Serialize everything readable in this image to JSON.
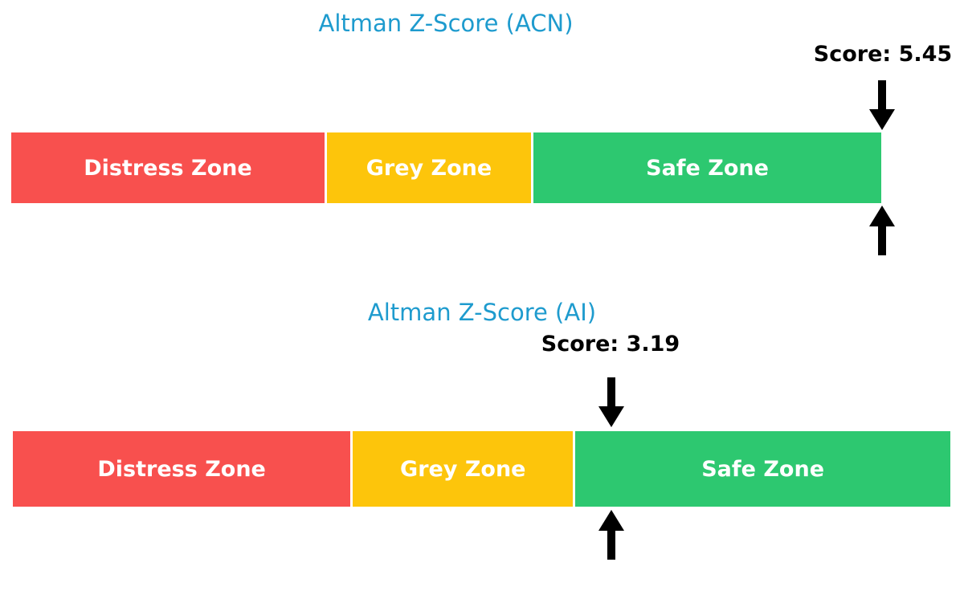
{
  "figure": {
    "background": "#ffffff"
  },
  "colors": {
    "title_blue": "#1E9BCE",
    "distress_red": "#F8504E",
    "grey_yellow": "#FDC50B",
    "safe_green": "#2DC870",
    "arrow_black": "#000000",
    "score_text_black": "#000000",
    "zone_label_white": "#ffffff"
  },
  "charts": [
    {
      "title": "Altman Z-Score (ACN)",
      "score_label": "Score: 5.45",
      "zones": [
        {
          "label": "Distress Zone"
        },
        {
          "label": "Grey Zone"
        },
        {
          "label": "Safe Zone"
        }
      ]
    },
    {
      "title": "Altman Z-Score (AI)",
      "score_label": "Score: 3.19",
      "zones": [
        {
          "label": "Distress Zone"
        },
        {
          "label": "Grey Zone"
        },
        {
          "label": "Safe Zone"
        }
      ]
    }
  ],
  "chart_data": [
    {
      "type": "bar",
      "orientation": "horizontal",
      "title": "Altman Z-Score (ACN)",
      "score": 5.45,
      "score_label": "Score: 5.45",
      "xlim": [
        0,
        5
      ],
      "zones": [
        {
          "label": "Distress Zone",
          "start": 0,
          "end": 1.81,
          "color": "#F8504E"
        },
        {
          "label": "Grey Zone",
          "start": 1.81,
          "end": 2.99,
          "color": "#FDC50B"
        },
        {
          "label": "Safe Zone",
          "start": 2.99,
          "end": 5.0,
          "color": "#2DC870"
        }
      ],
      "marker": {
        "style": "double-vertical-arrows",
        "marked_value": 5.45,
        "clamped_to_axis_max": true
      }
    },
    {
      "type": "bar",
      "orientation": "horizontal",
      "title": "Altman Z-Score (AI)",
      "score": 3.19,
      "score_label": "Score: 3.19",
      "xlim": [
        0,
        5
      ],
      "zones": [
        {
          "label": "Distress Zone",
          "start": 0,
          "end": 1.81,
          "color": "#F8504E"
        },
        {
          "label": "Grey Zone",
          "start": 1.81,
          "end": 2.99,
          "color": "#FDC50B"
        },
        {
          "label": "Safe Zone",
          "start": 2.99,
          "end": 5.0,
          "color": "#2DC870"
        }
      ],
      "marker": {
        "style": "double-vertical-arrows",
        "marked_value": 3.19,
        "clamped_to_axis_max": false
      }
    }
  ]
}
